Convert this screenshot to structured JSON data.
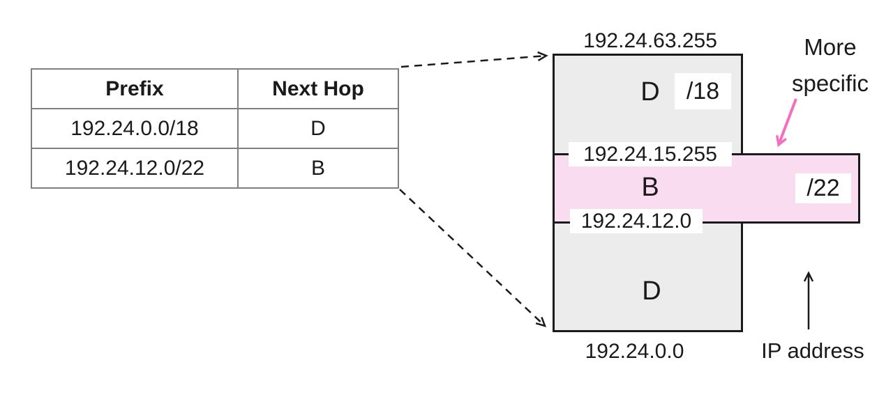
{
  "colors": {
    "gray_fill": "#ececec",
    "pink_fill": "#fadcf0",
    "pink_accent": "#f56fc0",
    "table_border": "#7f7f7f",
    "line": "#1a1a1a"
  },
  "table": {
    "headers": [
      "Prefix",
      "Next Hop"
    ],
    "rows": [
      {
        "prefix": "192.24.0.0/18",
        "next_hop": "D"
      },
      {
        "prefix": "192.24.12.0/22",
        "next_hop": "B"
      }
    ]
  },
  "diagram": {
    "top_address": "192.24.63.255",
    "band_top_address": "192.24.15.255",
    "band_bottom_address": "192.24.12.0",
    "bottom_address": "192.24.0.0",
    "segments": {
      "top": {
        "label": "D",
        "mask": "/18"
      },
      "middle": {
        "label": "B",
        "mask": "/22"
      },
      "bottom": {
        "label": "D"
      }
    },
    "annotations": {
      "more_specific": "More specific",
      "ip_axis": "IP address"
    }
  }
}
